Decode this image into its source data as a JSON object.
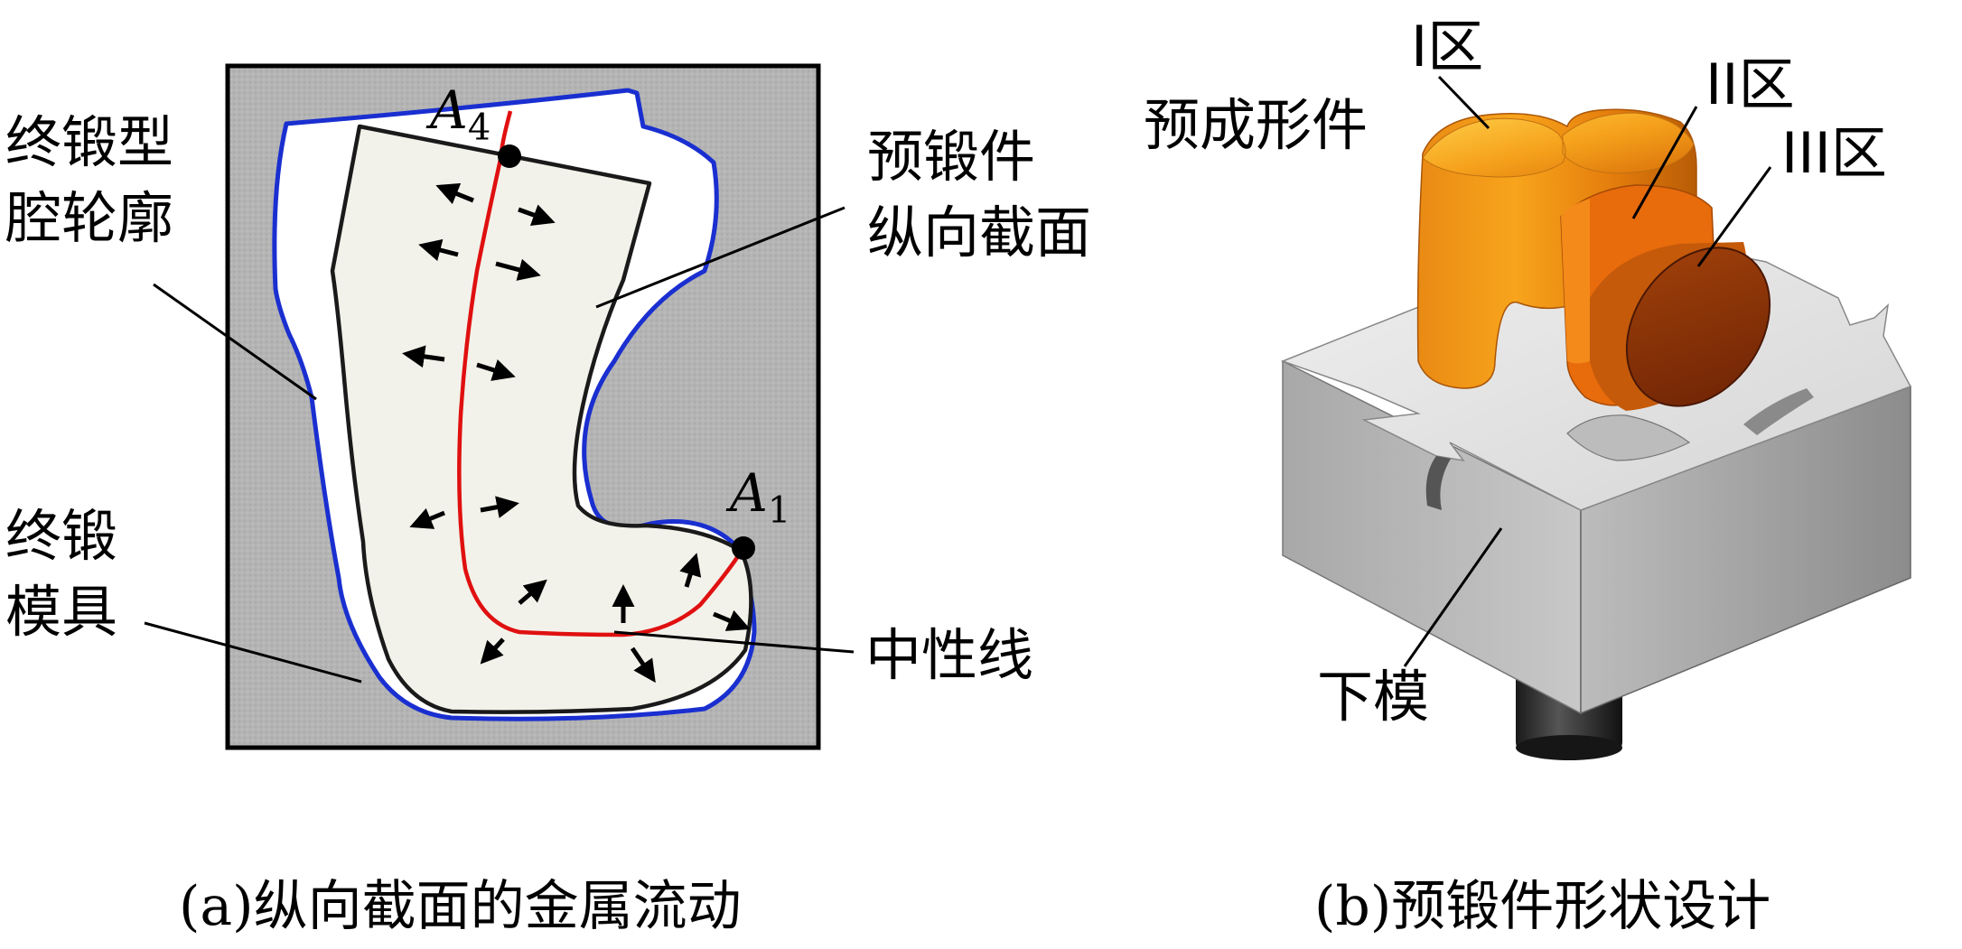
{
  "panel_a": {
    "labels": {
      "final_cavity_line1": "终锻型",
      "final_cavity_line2": "腔轮廓",
      "preform_section_line1": "预锻件",
      "preform_section_line2": "纵向截面",
      "final_die_line1": "终锻",
      "final_die_line2": "模具",
      "neutral_line": "中性线"
    },
    "points": {
      "a4_letter": "A",
      "a4_sub": "4",
      "a1_letter": "A",
      "a1_sub": "1"
    },
    "caption": "(a)纵向截面的金属流动",
    "colors": {
      "die": "#b4b4b4",
      "cavity": "#ffffff",
      "cavity_outline": "#1a2fd0",
      "preform": "#f2f2ea",
      "neutral_line": "#e01010"
    }
  },
  "panel_b": {
    "labels": {
      "zone_i": "I区",
      "zone_ii": "II区",
      "zone_iii": "III区",
      "preform_part": "预成形件",
      "lower_die": "下模"
    },
    "caption": "(b)预锻件形状设计",
    "colors": {
      "preform": "#f08a10",
      "die": "#d0d0d0"
    }
  }
}
